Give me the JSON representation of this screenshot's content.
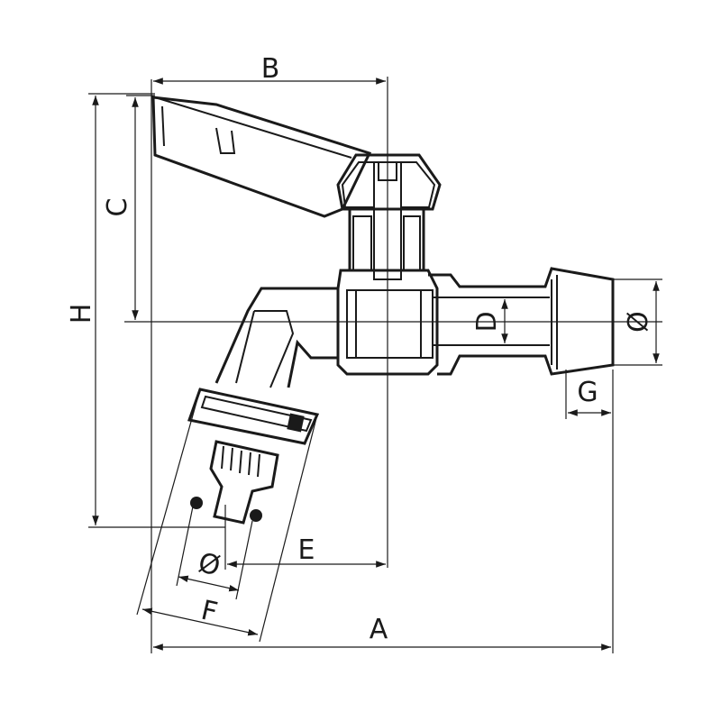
{
  "diagram": {
    "dimension_labels": {
      "A": "A",
      "B": "B",
      "C": "C",
      "D": "D",
      "E": "E",
      "F": "F",
      "G": "G",
      "H": "H",
      "diameter_outlet": "Ø",
      "diameter_inlet": "Ø"
    },
    "colors": {
      "line": "#1a1a1a",
      "background": "#ffffff"
    }
  }
}
